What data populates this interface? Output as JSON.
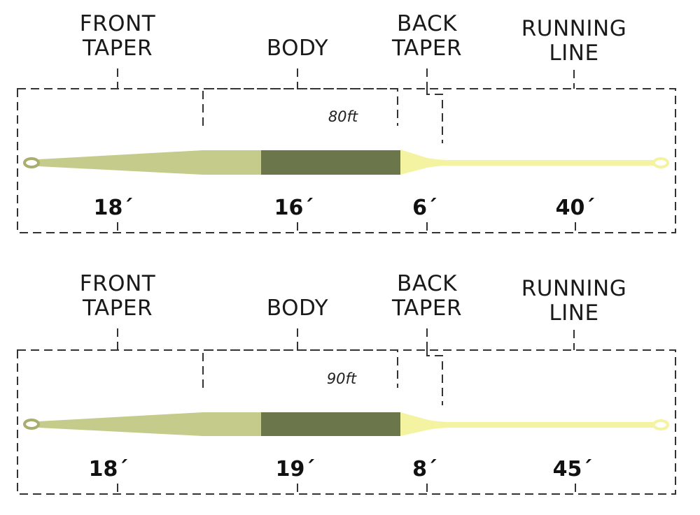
{
  "colors": {
    "front_taper": "#c5cb8a",
    "body": "#6b764a",
    "back_taper": "#f4f3a1",
    "running_line": "#f4f3a1",
    "loop_outline": "#a9ad6e"
  },
  "diagrams": [
    {
      "total_length": "80ft",
      "sections": [
        {
          "label_line1": "FRONT",
          "label_line2": "TAPER",
          "length": "18´"
        },
        {
          "label_line1": "",
          "label_line2": "BODY",
          "length": "16´"
        },
        {
          "label_line1": "BACK",
          "label_line2": "TAPER",
          "length": "6´"
        },
        {
          "label_line1": "RUNNING",
          "label_line2": "LINE",
          "length": "40´"
        }
      ]
    },
    {
      "total_length": "90ft",
      "sections": [
        {
          "label_line1": "FRONT",
          "label_line2": "TAPER",
          "length": "18´"
        },
        {
          "label_line1": "",
          "label_line2": "BODY",
          "length": "19´"
        },
        {
          "label_line1": "BACK",
          "label_line2": "TAPER",
          "length": "8´"
        },
        {
          "label_line1": "RUNNING",
          "label_line2": "LINE",
          "length": "45´"
        }
      ]
    }
  ]
}
